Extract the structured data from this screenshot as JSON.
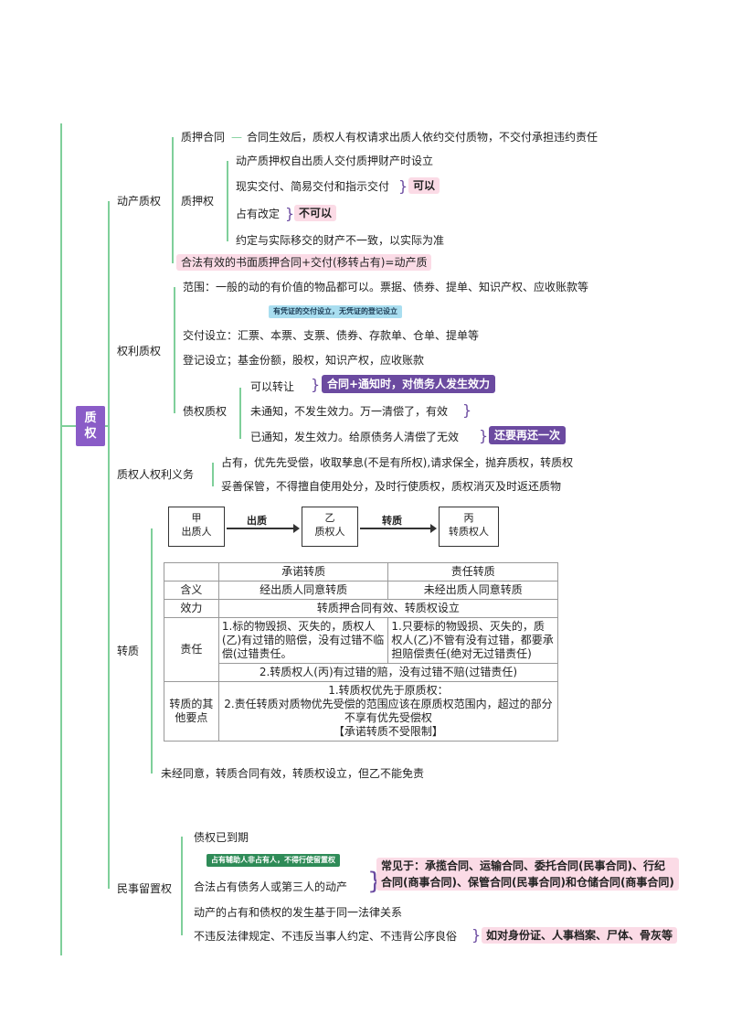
{
  "root": {
    "line1": "质",
    "line2": "权"
  },
  "movable": {
    "label": "动产质权",
    "contract": {
      "label": "质押合同",
      "text": "合同生效后，质权人有权请求出质人依约交付质物，不交付承担违约责任"
    },
    "pledge": {
      "label": "质押权",
      "items": [
        "动产质押权自出质人交付质押财产时设立",
        "现实交付、简易交付和指示交付",
        "占有改定",
        "约定与实际移交的财产不一致，以实际为准"
      ],
      "can": "可以",
      "cannot": "不可以"
    },
    "summary": "合法有效的书面质押合同+交付(移转占有)=动产质"
  },
  "rights_pledge": {
    "label": "权利质权",
    "scope": "范围：一般的动的有价值的物品都可以。票据、债券、提单、知识产权、应收账款等",
    "callout": "有凭证的交付设立，无凭证的登记设立",
    "delivery": "交付设立：汇票、本票、支票、债券、存款单、仓单、提单等",
    "registration": "登记设立；基金份额，股权，知识产权，应收账款",
    "debt": {
      "label": "债权质权",
      "items": [
        "可以转让",
        "未通知，不发生效力。万一清偿了，有效",
        "已通知，发生效力。给原债务人清偿了无效"
      ],
      "tag1": "合同+通知时，对债务人发生效力",
      "tag2": "还要再还一次"
    }
  },
  "holder_rights": {
    "label": "质权人权利义务",
    "items": [
      "占有，优先先受偿，收取孳息(不是有所权),请求保全，抛弃质权，转质权",
      "妥善保管，不得擅自使用处分，及时行使质权，质权消灭及时返还质物"
    ]
  },
  "transfer": {
    "label": "转质",
    "flow": {
      "boxes": [
        {
          "l1": "甲",
          "l2": "出质人"
        },
        {
          "l1": "乙",
          "l2": "质权人"
        },
        {
          "l1": "丙",
          "l2": "转质权人"
        }
      ],
      "arrows": [
        "出质",
        "转质"
      ]
    },
    "table": {
      "headers": [
        "承诺转质",
        "责任转质"
      ],
      "rows": {
        "meaning": {
          "label": "含义",
          "a": "经出质人同意转质",
          "b": "未经出质人同意转质"
        },
        "effect": {
          "label": "效力",
          "text": "转质押合同有效、转质权设立"
        },
        "liability": {
          "label": "责任",
          "a": "1.标的物毁损、灭失的，质权人(乙)有过错的赔偿，没有过错不临偿(过错责任。",
          "b": "1.只要标的物毁损、灭失的，质权人(乙)不管有没有过错，都要承担赔偿责任(绝对无过错责任)",
          "shared": "2.转质权人(丙)有过错的赔，没有过错不赔(过错责任)"
        },
        "other": {
          "label": "转质的其他要点",
          "lines": [
            "1.转质权优先于原质权：",
            "2.责任转质对质物优先受偿的范围应该在原质权范围内，超过的部分不享有优先受偿权",
            "【承诺转质不受限制】"
          ]
        }
      }
    },
    "note": "未经同意，转质合同有效，转质权设立，但乙不能免责"
  },
  "lien": {
    "label": "民事留置权",
    "items": [
      "债权已到期",
      "合法占有债务人或第三人的动产",
      "动产的占有和债权的发生基于同一法律关系",
      "不违反法律规定、不违反当事人约定、不违背公序良俗"
    ],
    "callout": "占有辅助人非占有人，不得行使留置权",
    "common": "常见于：承揽合同、运输合同、委托合同(民事合同)、行纪合同(商事合同)、保管合同(民事合同)和仓储合同(商事合同)",
    "common_line1": "常见于：承揽合同、运输合同、委托合同(民事合同)、行纪",
    "common_line2": "合同(商事合同)、保管合同(民事合同)和仓储合同(商事合同)",
    "except": "如对身份证、人事档案、尸体、骨灰等"
  }
}
